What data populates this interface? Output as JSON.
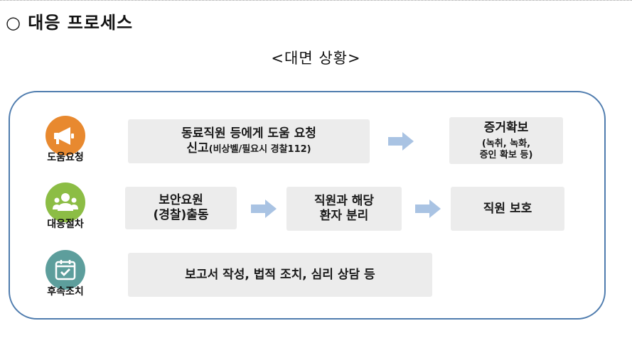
{
  "heading": "○ 대응 프로세스",
  "subtitle": "<대면 상황>",
  "rows": {
    "request": {
      "label": "도움요청",
      "main_line1": "동료직원 등에게 도움 요청",
      "main_line2_prefix": "신고",
      "main_line2_paren": "(비상벨/필요시 경찰112)",
      "evidence_title": "증거확보",
      "evidence_line1": "(녹취, 녹화,",
      "evidence_line2": "증인 확보 등)",
      "icon": "megaphone-icon",
      "color": "#e8892f"
    },
    "response": {
      "label": "대응절차",
      "step1_line1": "보안요원",
      "step1_line2": "(경찰)출동",
      "step2_line1": "직원과 해당",
      "step2_line2": "환자 분리",
      "step3": "직원 보호",
      "icon": "person-group-icon",
      "color": "#8cbd45"
    },
    "followup": {
      "label": "후속조치",
      "main": "보고서 작성, 법적 조치, 심리 상담 등",
      "icon": "calendar-check-icon",
      "color": "#5d9e9c"
    }
  },
  "colors": {
    "frame": "#4f7cae",
    "arrow": "#a9c3e3",
    "box": "#ececec"
  }
}
